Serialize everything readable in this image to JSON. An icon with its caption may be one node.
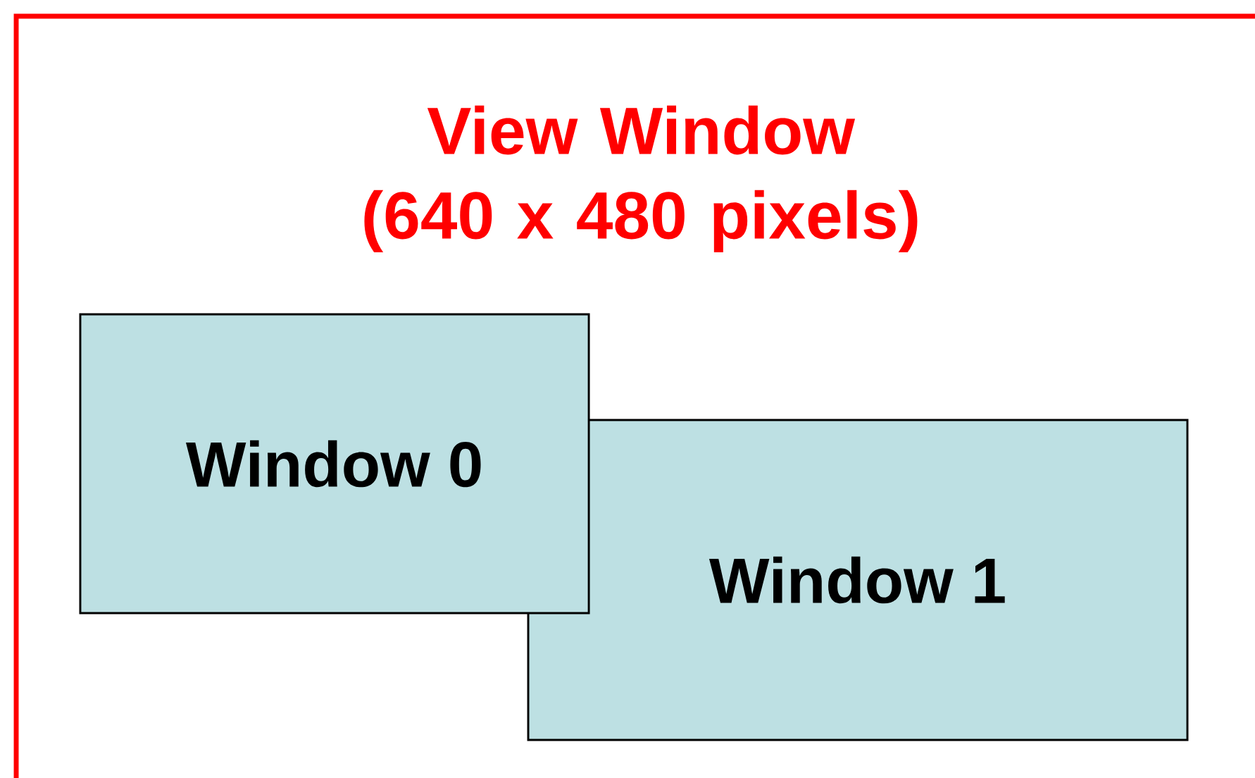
{
  "diagram": {
    "nodes": [
      {
        "text": [
          "View Window (640 x 480 pixels)"
        ]
      },
      {
        "text": [
          "Window 0"
        ],
        "in": 0
      },
      {
        "text": [
          "Window 1"
        ],
        "in": 0
      }
    ],
    "edges": []
  }
}
